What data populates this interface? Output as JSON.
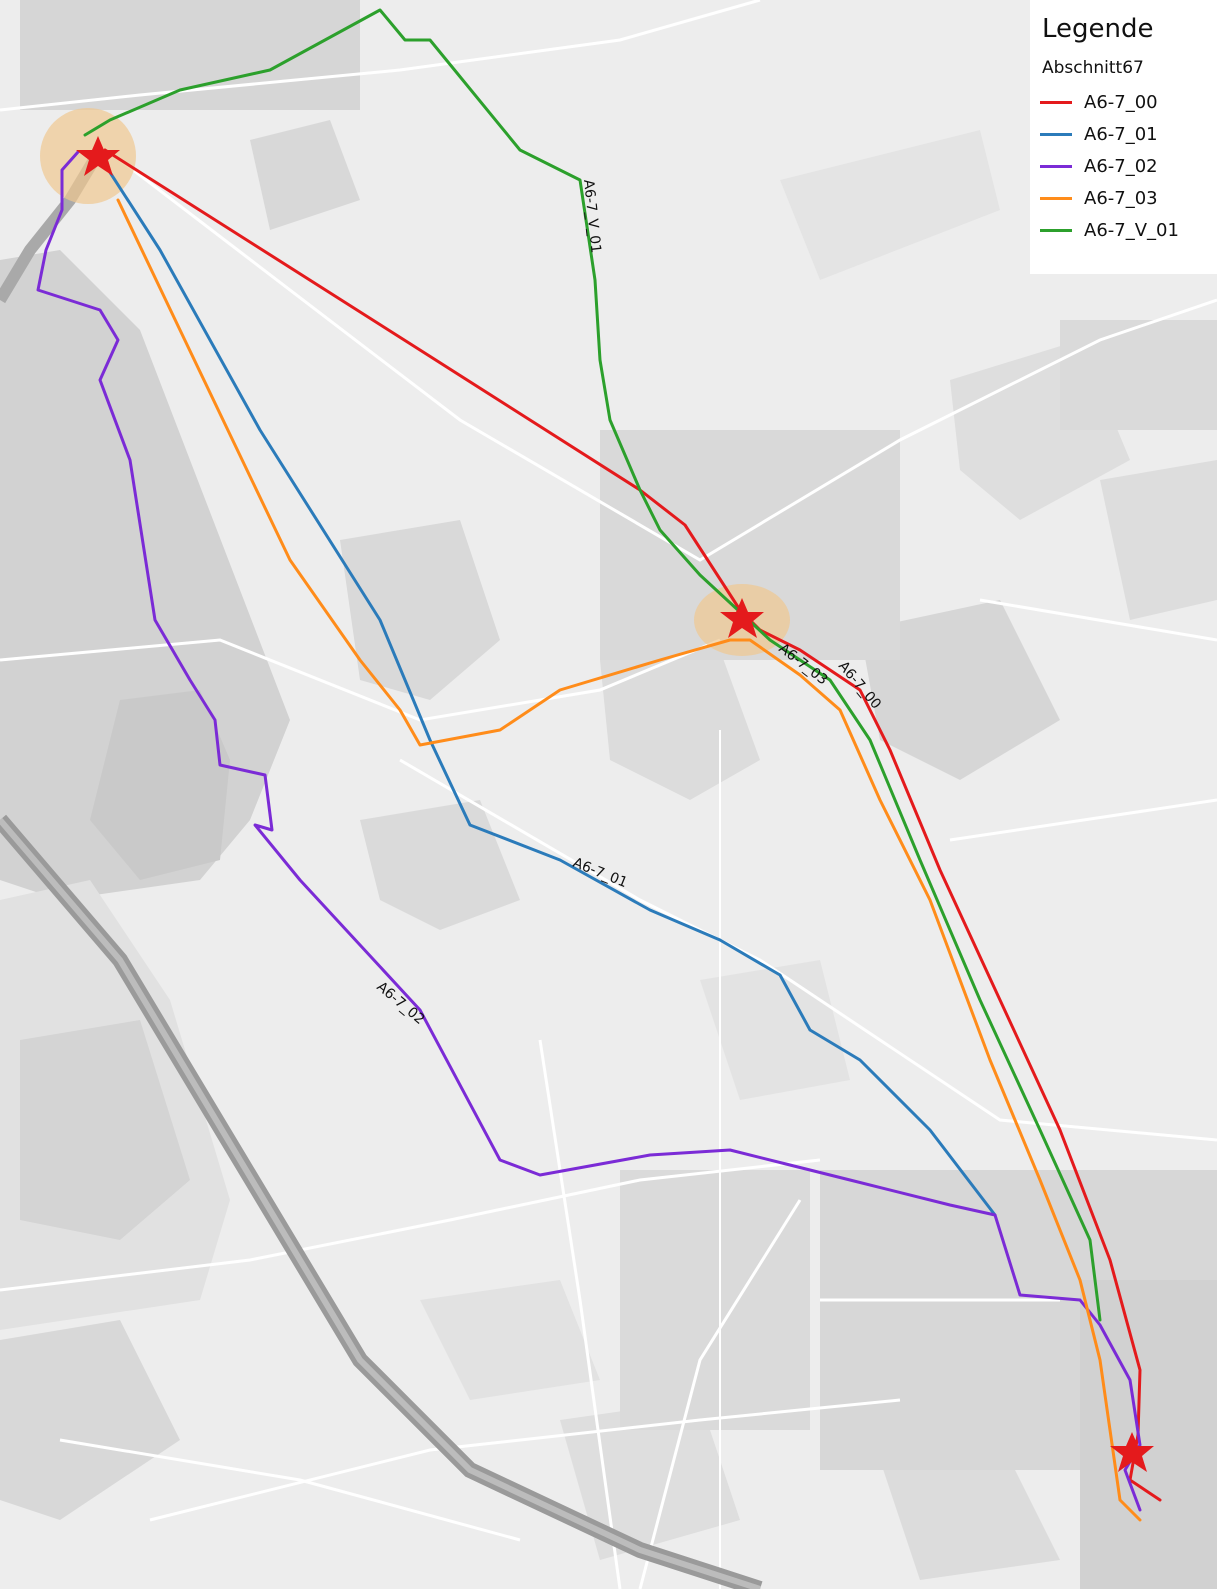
{
  "legend": {
    "title": "Legende",
    "group": "Abschnitt67",
    "items": [
      {
        "label": "A6-7_00",
        "color": "#e41a1c"
      },
      {
        "label": "A6-7_01",
        "color": "#2b7bba"
      },
      {
        "label": "A6-7_02",
        "color": "#7b2bd6"
      },
      {
        "label": "A6-7_03",
        "color": "#ff8c1a"
      },
      {
        "label": "A6-7_V_01",
        "color": "#2ca02c"
      }
    ]
  },
  "route_labels": {
    "r00": "A6-7_00",
    "r01": "A6-7_01",
    "r02": "A6-7_02",
    "r03": "A6-7_03",
    "rv01": "A6-7_V_01"
  },
  "markers": {
    "color": "#e41a1c",
    "icon": "star-icon"
  }
}
